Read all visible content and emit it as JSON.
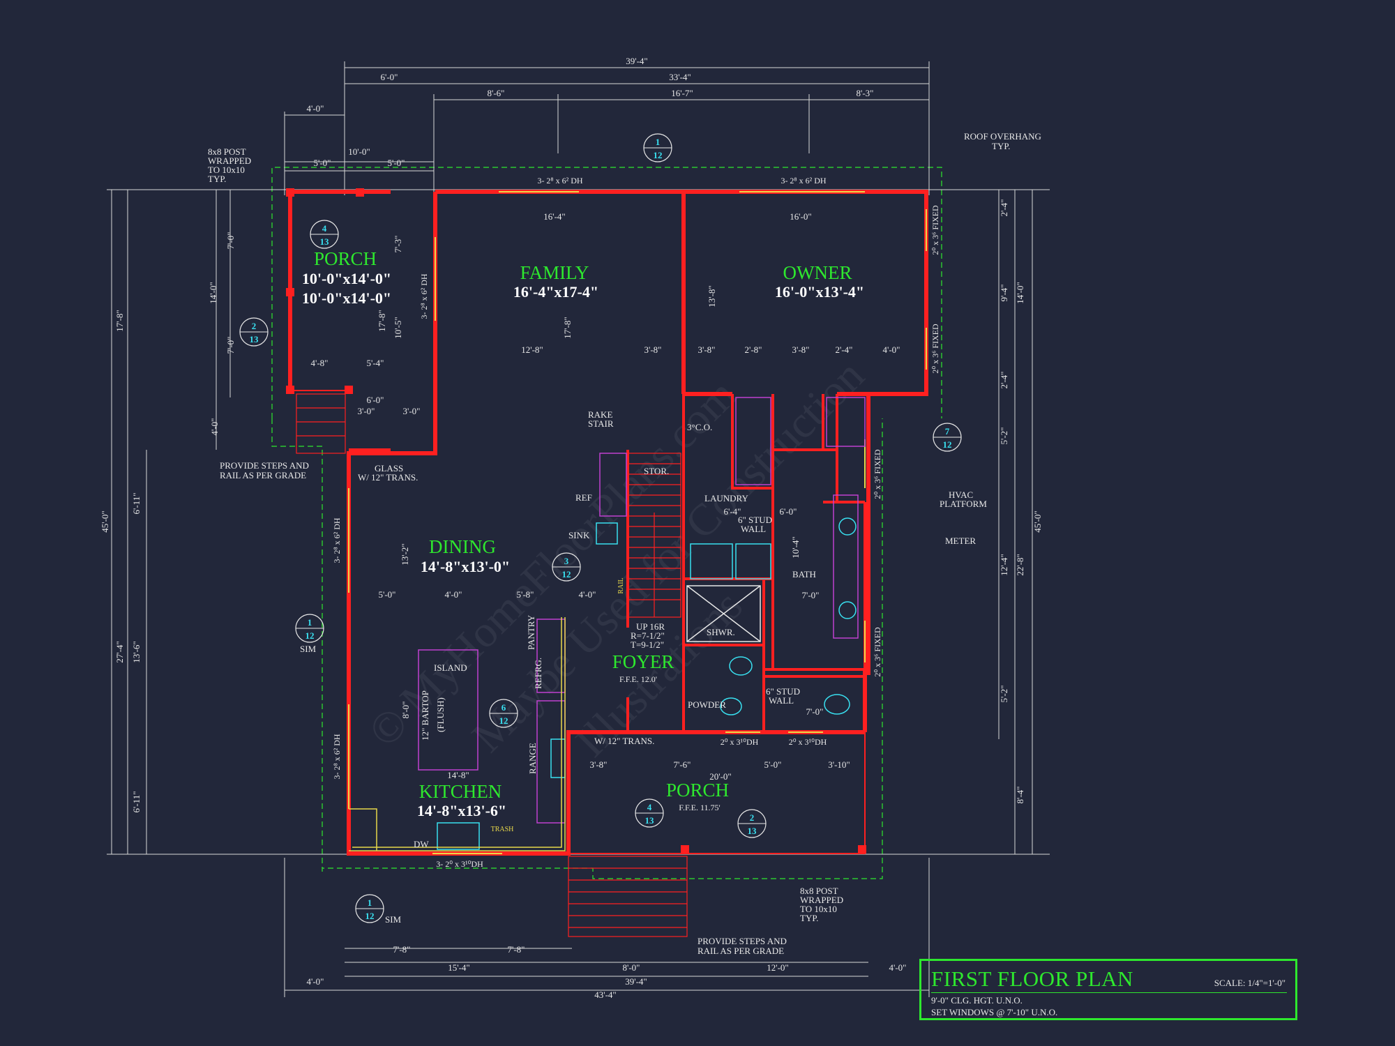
{
  "overall_dims": {
    "top_total": "39'-4\"",
    "top_left": "6'-0\"",
    "top_right": "33'-4\"",
    "top_segs": [
      "8'-6\"",
      "16'-7\"",
      "8'-3\""
    ],
    "porch_total": "10'-0\"",
    "porch_offset": "4'-0\"",
    "porch_halves": [
      "5'-0\"",
      "5'-0\""
    ],
    "left_total": "45'-0\"",
    "left_top": "17'-8\"",
    "left_bottom_segs": [
      "6'-11\"",
      "27'-4\"",
      "6'-11\""
    ],
    "left_mid": "13'-6\"",
    "left_porch": "14'-0\"",
    "left_porch_segs": [
      "7'-0\"",
      "7'-0\""
    ],
    "left_gap": "4'-0\"",
    "right_total": "45'-0\"",
    "right_segs": [
      "14'-0\"",
      "22'-8\"",
      "8'-4\""
    ],
    "right_small": [
      "2'-4\"",
      "9'-4\"",
      "2'-4\"",
      "5'-2\"",
      "12'-4\"",
      "5'-2\""
    ],
    "bottom_total": "43'-4\"",
    "bottom_mid": "39'-4\"",
    "bottom_ends": [
      "4'-0\"",
      "4'-0\""
    ],
    "bottom_segs": [
      "15'-4\"",
      "8'-0\"",
      "12'-0\""
    ],
    "bottom_kitchen": [
      "7'-8\"",
      "7'-8\""
    ]
  },
  "rooms": {
    "porch_left": {
      "name": "PORCH",
      "size": "10'-0\"x14'-0\""
    },
    "family": {
      "name": "FAMILY",
      "size": "16'-4\"x17-4\""
    },
    "owner": {
      "name": "OWNER",
      "size": "16'-0\"x13'-4\""
    },
    "dining": {
      "name": "DINING",
      "size": "14'-8\"x13'-0\""
    },
    "kitchen": {
      "name": "KITCHEN",
      "size": "14'-8\"x13'-6\""
    },
    "foyer": {
      "name": "FOYER",
      "sub": "F.F.E. 12.0'"
    },
    "porch_front": {
      "name": "PORCH",
      "sub": "F.F.E. 11.75'"
    }
  },
  "labels": {
    "post_nw": [
      "8x8 POST",
      "WRAPPED",
      "TO 10x10",
      "TYP."
    ],
    "roof_overhang": [
      "ROOF OVERHANG",
      "TYP."
    ],
    "steps_left": [
      "PROVIDE STEPS AND",
      "RAIL AS PER GRADE"
    ],
    "steps_front": [
      "PROVIDE STEPS AND",
      "RAIL AS PER GRADE"
    ],
    "post_se": [
      "8x8 POST",
      "WRAPPED",
      "TO 10x10",
      "TYP."
    ],
    "hvac": [
      "HVAC",
      "PLATFORM"
    ],
    "meter": "METER",
    "rake_stair": [
      "RAKE",
      "STAIR"
    ],
    "glass": [
      "GLASS",
      "W/ 12\" TRANS."
    ],
    "laundry": "LAUNDRY",
    "stud_wall_1": [
      "6\" STUD",
      "WALL"
    ],
    "stud_wall_2": [
      "6\" STUD",
      "WALL"
    ],
    "bath": "BATH",
    "shwr": "SHWR.",
    "powder": "POWDER",
    "stor": "STOR.",
    "ref": "REF",
    "sink": "SINK",
    "island": "ISLAND",
    "bartop": [
      "12\" BARTOP",
      "(FLUSH)"
    ],
    "pantry": "PANTRY",
    "refrg": "REFRG.",
    "range": "RANGE",
    "dw": "DW",
    "trash": "TRASH",
    "stair_info": [
      "UP 16R",
      "R=7-1/2\"",
      "T=9-1/2\""
    ],
    "trans_front": "W/ 12\" TRANS.",
    "rail": "RAIL",
    "co": "3°C.O.",
    "sim_1": "SIM",
    "sim_2": "SIM"
  },
  "windows": {
    "top_family": "3- 2⁸ x 6² DH",
    "top_owner": "3- 2⁸ x 6² DH",
    "porch_side": "3- 2⁸ x 6² DH",
    "dining_side": "3- 2⁸ x 6² DH",
    "kitchen_side": "3- 2⁸ x 6² DH",
    "kitchen_bottom": "3- 2⁰ x 3¹⁰DH",
    "front_1": "2⁰ x 3¹⁰DH",
    "front_2": "2⁰ x 3¹⁰DH",
    "owner_fixed_1": "2⁰ x 3⁶ FIXED",
    "owner_fixed_2": "2⁰ x 3⁶ FIXED",
    "bath_fixed_1": "2⁰ x 3⁶ FIXED",
    "bath_fixed_2": "2⁰ x 3⁶ FIXED"
  },
  "interior_dims": {
    "family_w": "16'-4\"",
    "owner_w": "16'-0\"",
    "family_h": "17'-8\"",
    "owner_h": "13'-8\"",
    "porch_h": "17'-8\"",
    "porch_inner": [
      "7'-3\"",
      "10'-5\""
    ],
    "porch_bottom": [
      "4'-8\"",
      "5'-4\""
    ],
    "mid_row": [
      "12'-8\"",
      "3'-8\"",
      "3'-8\"",
      "2'-8\"",
      "3'-8\"",
      "2'-4\"",
      "4'-0\""
    ],
    "entry_row": [
      "6'-0\"",
      "3'-0\"",
      "3'-0\""
    ],
    "dining_h": "13'-2\"",
    "dining_row": [
      "5'-0\"",
      "4'-0\"",
      "5'-8\"",
      "4'-0\""
    ],
    "kitchen_row": "14'-8\"",
    "island_h": "8'-0\"",
    "porch_front_row": [
      "3'-8\"",
      "7'-6\"",
      "5'-0\"",
      "3'-10\""
    ],
    "porch_front_total": "20'-0\"",
    "laundry_row": [
      "6'-4\"",
      "6'-0\""
    ],
    "bath_dims": [
      "10'-4\"",
      "7'-0\"",
      "7'-0\""
    ]
  },
  "tags": [
    {
      "top": "1",
      "bottom": "12"
    },
    {
      "top": "4",
      "bottom": "13"
    },
    {
      "top": "2",
      "bottom": "13"
    },
    {
      "top": "7",
      "bottom": "12"
    },
    {
      "top": "3",
      "bottom": "12"
    },
    {
      "top": "1",
      "bottom": "12"
    },
    {
      "top": "6",
      "bottom": "12"
    },
    {
      "top": "4",
      "bottom": "13"
    },
    {
      "top": "2",
      "bottom": "13"
    },
    {
      "top": "1",
      "bottom": "12"
    }
  ],
  "title_block": {
    "title": "FIRST FLOOR PLAN",
    "scale": "SCALE: 1/4\"=1'-0\"",
    "note_1": "9'-0\" CLG. HGT. U.N.O.",
    "note_2": "SET WINDOWS @ 7'-10\" U.N.O."
  },
  "watermark": [
    "© MyHomeFloorPlans.com",
    "Maybe Used for Construction",
    "Illustrations"
  ],
  "colors": {
    "background": "#22273a",
    "wall": "#ff2020",
    "room_label": "#2ee82e",
    "dimension": "#e8e8e8",
    "tag": "#39e0f0",
    "fixture_magenta": "#c040d0",
    "window_yellow": "#e8d84a"
  }
}
